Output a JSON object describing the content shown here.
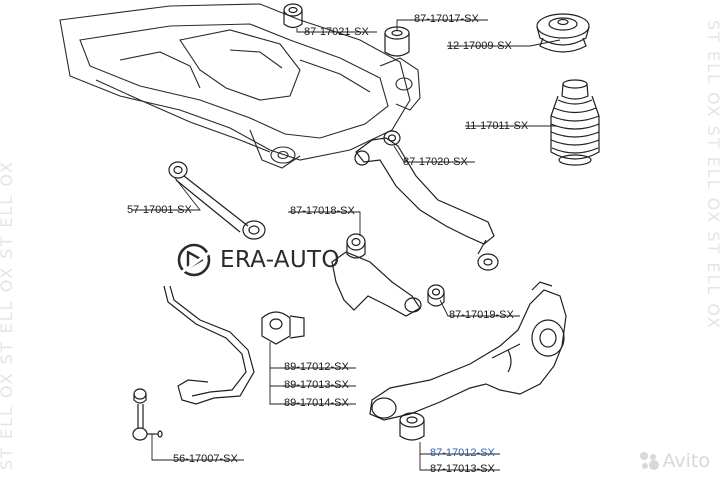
{
  "parts": [
    {
      "id": "p1",
      "label": "87-17021-SX"
    },
    {
      "id": "p2",
      "label": "87-17017-SX"
    },
    {
      "id": "p3",
      "label": "12-17009-SX"
    },
    {
      "id": "p4",
      "label": "11-17011-SX"
    },
    {
      "id": "p5",
      "label": "87-17020-SX"
    },
    {
      "id": "p6",
      "label": "57-17001-SX"
    },
    {
      "id": "p7",
      "label": "87-17018-SX"
    },
    {
      "id": "p8",
      "label": "87-17019-SX"
    },
    {
      "id": "p9",
      "label": "89-17012-SX"
    },
    {
      "id": "p10",
      "label": "89-17013-SX"
    },
    {
      "id": "p11",
      "label": "89-17014-SX"
    },
    {
      "id": "p12",
      "label": "56-17007-SX"
    },
    {
      "id": "p13",
      "label": "87-17012-SX"
    },
    {
      "id": "p14",
      "label": "87-17013-SX"
    }
  ],
  "logo": {
    "text": "ERA-AUTO"
  },
  "watermark": {
    "text": "STELLOX",
    "brand": "Avito"
  },
  "colors": {
    "line": "#1f1f1f",
    "highlight": "#2f5fa8",
    "watermark": "#d6d6d6"
  }
}
